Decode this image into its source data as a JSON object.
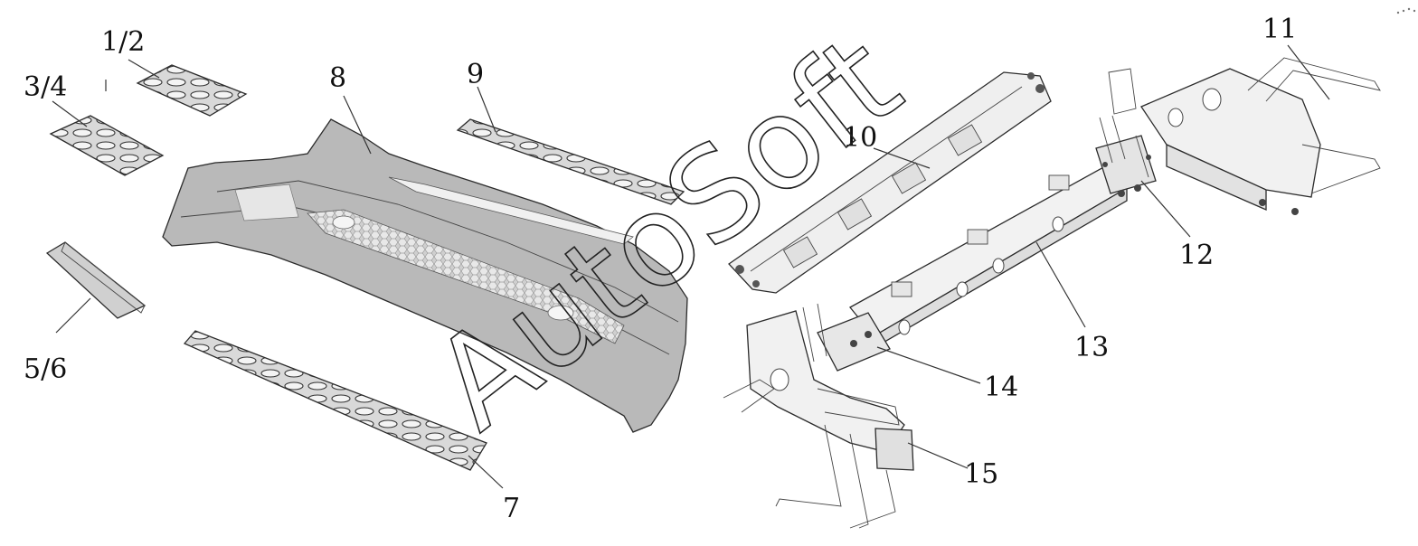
{
  "diagram": {
    "watermark": "AutoSoft",
    "callouts": {
      "c1_2": "1/2",
      "c3_4": "3/4",
      "c5_6": "5/6",
      "c7": "7",
      "c8": "8",
      "c9": "9",
      "c10": "10",
      "c11": "11",
      "c12": "12",
      "c13": "13",
      "c14": "14",
      "c15": "15"
    }
  }
}
